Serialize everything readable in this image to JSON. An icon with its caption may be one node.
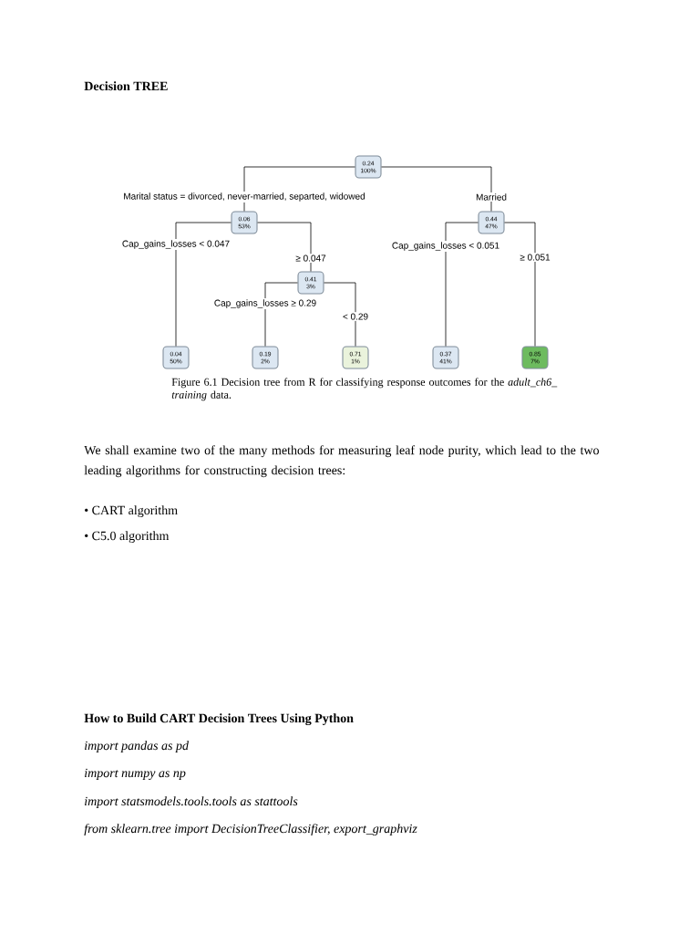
{
  "diagram": {
    "title": "Decision TREE",
    "caption": "Figure 6.1    Decision tree from R for classifying response outcomes for the *adult_ch6_ training* data.",
    "nodes": [
      {
        "text": [
          "0.24",
          "100%"
        ]
      },
      {
        "text": [
          "0.06",
          "53%"
        ]
      },
      {
        "text": [
          "0.44",
          "47%"
        ]
      },
      {
        "text": [
          "0.41",
          "3%"
        ]
      },
      {
        "text": [
          "0.04",
          "50%"
        ]
      },
      {
        "text": [
          "0.19",
          "2%"
        ]
      },
      {
        "text": [
          "0.71",
          "1%"
        ]
      },
      {
        "text": [
          "0.37",
          "41%"
        ]
      },
      {
        "text": [
          "0.85",
          "7%"
        ]
      }
    ],
    "edges": [
      {
        "from": 0,
        "to": 1,
        "arrow": "none",
        "label": "Marital status = divorced, never-married, separted, widowed"
      },
      {
        "from": 0,
        "to": 2,
        "arrow": "none",
        "label": "Married"
      },
      {
        "from": 1,
        "to": 4,
        "arrow": "none",
        "label": "Cap_gains_losses < 0.047"
      },
      {
        "from": 1,
        "to": 3,
        "arrow": "none",
        "label": "≥ 0.047"
      },
      {
        "from": 3,
        "to": 5,
        "arrow": "none",
        "label": "Cap_gains_losses ≥ 0.29"
      },
      {
        "from": 3,
        "to": 6,
        "arrow": "none",
        "label": "< 0.29"
      },
      {
        "from": 2,
        "to": 7,
        "arrow": "none",
        "label": "Cap_gains_losses < 0.051"
      },
      {
        "from": 2,
        "to": 8,
        "arrow": "none",
        "label": "≥ 0.051"
      }
    ],
    "labels": [
      "We shall examine two of the many methods for measuring leaf node purity, which lead to the two leading algorithms for constructing decision trees:",
      "• CART algorithm",
      "• C5.0 algorithm",
      "How to Build CART Decision Trees Using Python",
      "import pandas as pd",
      "import numpy as np",
      "import statsmodels.tools.tools as stattools",
      "from sklearn.tree import DecisionTreeClassifier, export_graphviz"
    ]
  }
}
